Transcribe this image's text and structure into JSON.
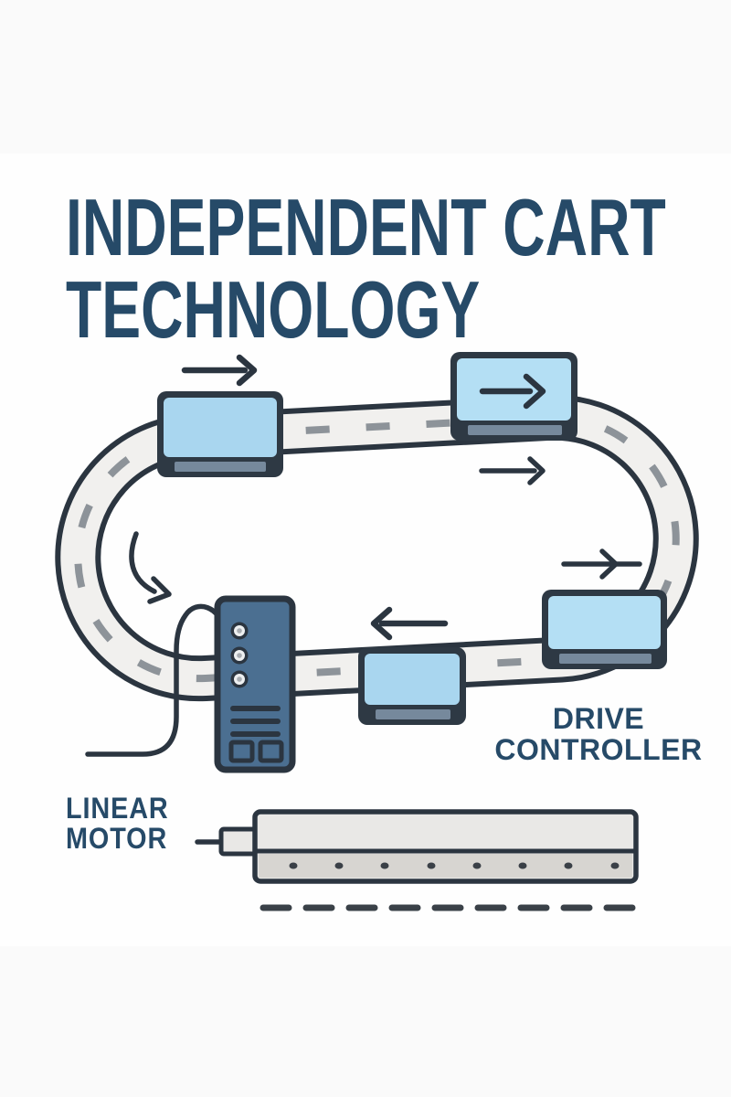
{
  "page": {
    "background": "#fefefe",
    "band_color": "#fafafa"
  },
  "title": {
    "line1": "INDEPENDENT CART",
    "line2": "TECHNOLOGY",
    "color": "#264a68"
  },
  "labels": {
    "drive_controller": {
      "line1": "DRIVE",
      "line2": "CONTROLLER"
    },
    "linear_motor": {
      "line1": "LINEAR",
      "line2": "MOTOR"
    }
  },
  "colors": {
    "outline": "#2b3540",
    "text_navy": "#264a68",
    "cart_blue": "#a9d6ef",
    "cart_blue_light": "#b4dff4",
    "cart_bottom_bar": "#76899c",
    "controller_body": "#4b6f91",
    "track_fill": "#f1f0ee",
    "track_dash": "#8d9399",
    "motor_top": "#e9e8e6",
    "motor_bottom": "#d7d5d1",
    "motor_dot": "#3a4047"
  },
  "diagram": {
    "track": {
      "shape": "oval-loop",
      "style": "road-with-center-dashes"
    },
    "carts": [
      {
        "position": "top-left",
        "arrow": "right, above cart"
      },
      {
        "position": "top-right",
        "arrow": "right, inside cart"
      },
      {
        "position": "bottom-right",
        "arrow": "right, above cart"
      },
      {
        "position": "bottom-middle",
        "arrow": "left, above cart"
      }
    ],
    "extra_arrows": [
      "right arrow mid-right area",
      "right arrow lower-right over curve",
      "curved arrow inside left of loop pointing down-right"
    ],
    "drive_controller": {
      "indicator_circles": 3,
      "vent_bars": 3,
      "ports": 2,
      "cable": "loops left and down out of frame"
    },
    "linear_motor": {
      "magnet_dots": 8,
      "connector": "left pin",
      "dashed_guide_below": true
    }
  }
}
